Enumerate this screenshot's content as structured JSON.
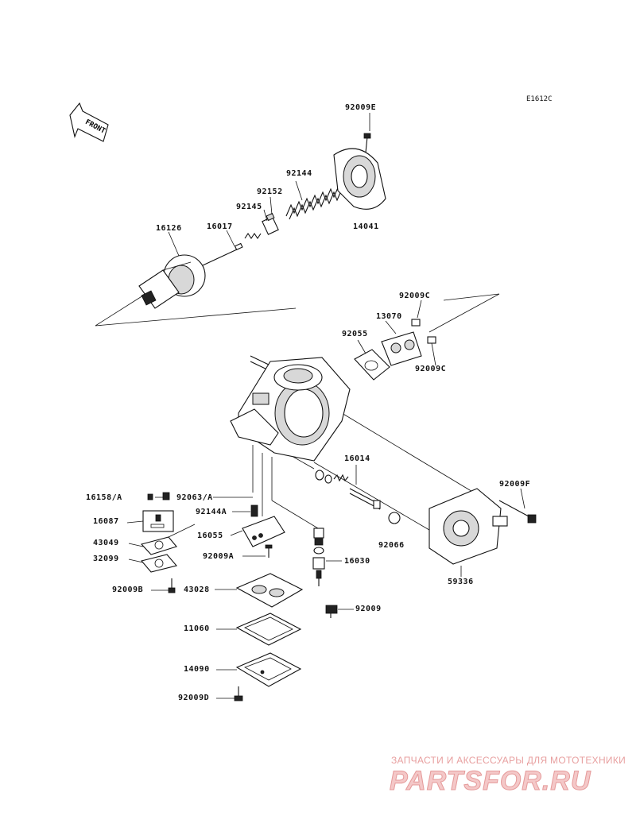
{
  "diagram": {
    "code": "E1612C",
    "front_label": "FRONT",
    "labels": [
      {
        "id": "92009E",
        "text": "92009E"
      },
      {
        "id": "92144",
        "text": "92144"
      },
      {
        "id": "92152",
        "text": "92152"
      },
      {
        "id": "92145",
        "text": "92145"
      },
      {
        "id": "16126",
        "text": "16126"
      },
      {
        "id": "16017",
        "text": "16017"
      },
      {
        "id": "14041",
        "text": "14041"
      },
      {
        "id": "92009C_top",
        "text": "92009C"
      },
      {
        "id": "13070",
        "text": "13070"
      },
      {
        "id": "92055",
        "text": "92055"
      },
      {
        "id": "92009C_bot",
        "text": "92009C"
      },
      {
        "id": "16014",
        "text": "16014"
      },
      {
        "id": "92009F",
        "text": "92009F"
      },
      {
        "id": "16158A",
        "text": "16158/A"
      },
      {
        "id": "92063A",
        "text": "92063/A"
      },
      {
        "id": "92144A",
        "text": "92144A"
      },
      {
        "id": "16087",
        "text": "16087"
      },
      {
        "id": "16055",
        "text": "16055"
      },
      {
        "id": "43049",
        "text": "43049"
      },
      {
        "id": "92066",
        "text": "92066"
      },
      {
        "id": "32099",
        "text": "32099"
      },
      {
        "id": "92009A",
        "text": "92009A"
      },
      {
        "id": "16030",
        "text": "16030"
      },
      {
        "id": "59336",
        "text": "59336"
      },
      {
        "id": "92009B",
        "text": "92009B"
      },
      {
        "id": "43028",
        "text": "43028"
      },
      {
        "id": "92009",
        "text": "92009"
      },
      {
        "id": "11060",
        "text": "11060"
      },
      {
        "id": "14090",
        "text": "14090"
      },
      {
        "id": "92009D",
        "text": "92009D"
      }
    ]
  },
  "watermark": {
    "tagline": "ЗАПЧАСТИ И АКСЕССУАРЫ ДЛЯ МОТОТЕХНИКИ",
    "logo": "PARTSFOR.RU"
  }
}
